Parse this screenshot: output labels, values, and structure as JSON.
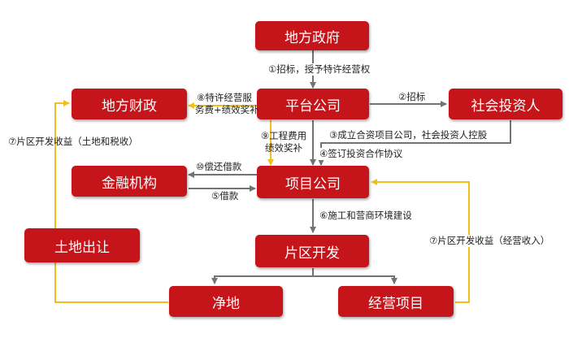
{
  "nodes": {
    "local_gov": "地方政府",
    "local_finance": "地方财政",
    "platform_company": "平台公司",
    "social_investor": "社会投资人",
    "financial_institution": "金融机构",
    "project_company": "项目公司",
    "land_transfer": "土地出让",
    "zone_development": "片区开发",
    "net_land": "净地",
    "operating_project": "经营项目"
  },
  "labels": {
    "l1": "①招标，授予特许经营权",
    "l2": "②招标",
    "l3": "③成立合资项目公司，社会投资人控股",
    "l4": "④签订投资合作协议",
    "l5": "⑤借款",
    "l6": "⑥施工和营商环境建设",
    "l7_left": "⑦片区开发收益（土地和税收）",
    "l7_right": "⑦片区开发收益（经营收入）",
    "l8_line1": "⑧特许经营服",
    "l8_line2": "务费+绩效奖补",
    "l9_line1": "⑨工程费用",
    "l9_line2": "绩效奖补",
    "l10": "⑩偿还借款"
  },
  "colors": {
    "box": "#c5141a",
    "gray_arrow": "#6f7479",
    "yellow_arrow": "#f2be1b"
  }
}
